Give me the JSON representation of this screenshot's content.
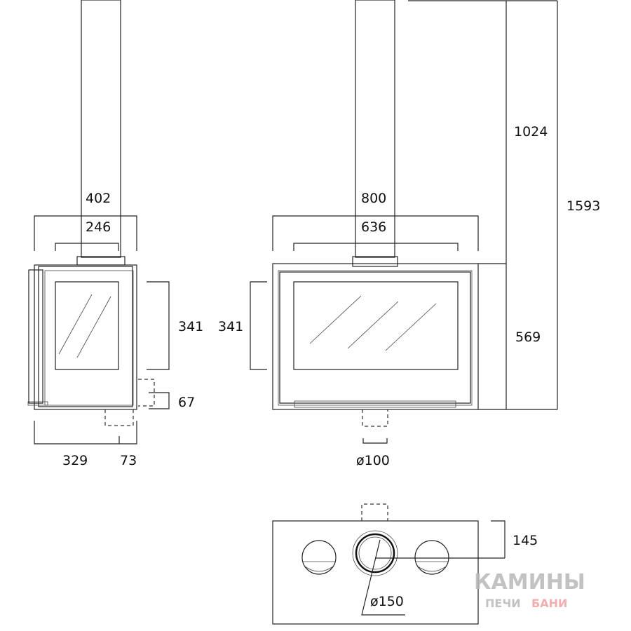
{
  "dimensions": {
    "side_width": "402",
    "side_flue_width": "246",
    "side_glass_height": "341",
    "side_bottom_offset": "67",
    "side_depth": "329",
    "side_rear_offset": "73",
    "front_width": "800",
    "front_glass_width": "636",
    "front_glass_height": "341",
    "bottom_outlet_diameter": "ø100",
    "upper_height": "1024",
    "body_height": "569",
    "total_height": "1593",
    "top_outlet_offset": "145",
    "top_outlet_diameter": "ø150"
  },
  "watermark": {
    "line1": "КАМИНЫ",
    "line2a": "ПЕЧИ",
    "line2b": "БАНИ",
    "color_gray": "#b8b8b8",
    "color_red": "#f0a0a0"
  }
}
